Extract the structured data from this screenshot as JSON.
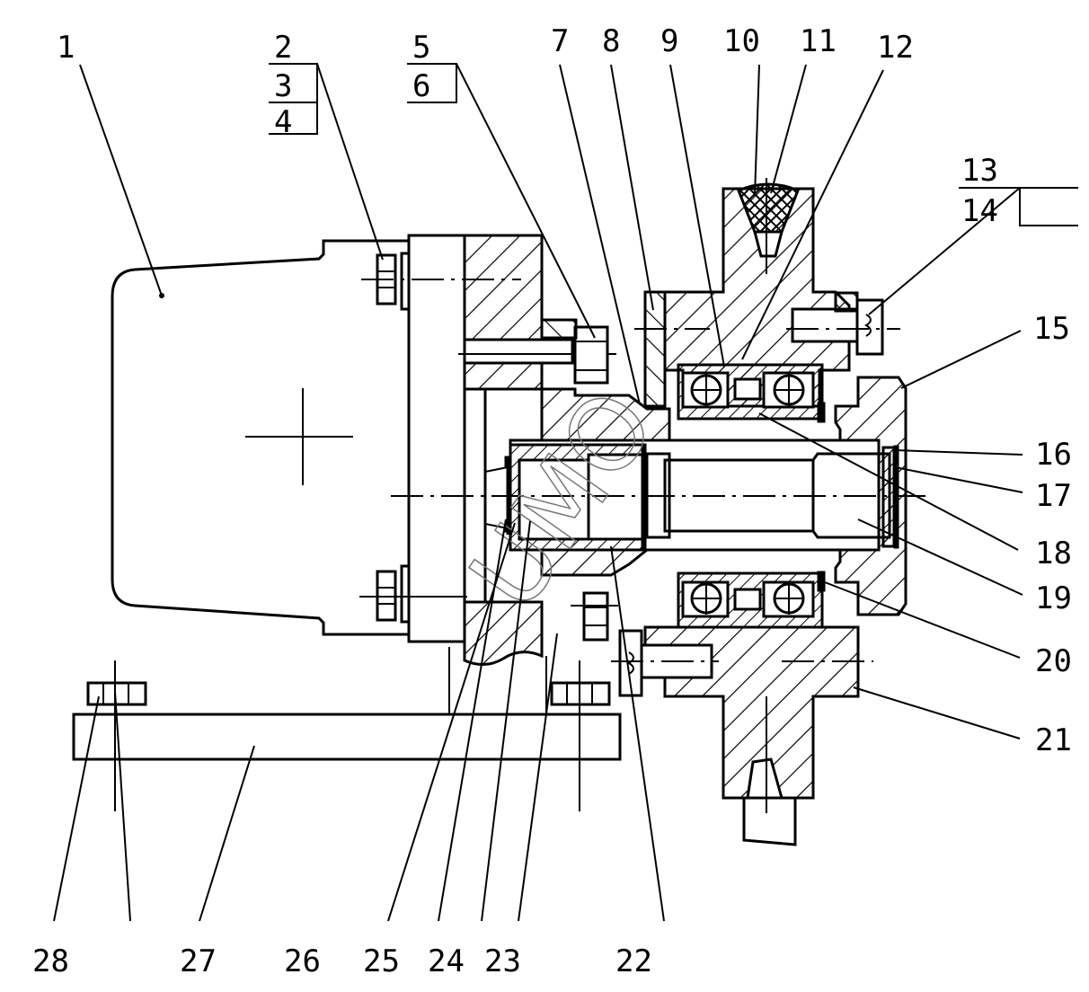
{
  "drawing": {
    "type": "assembly cross-section",
    "watermark": "UMO",
    "callouts_top": [
      {
        "id": "1",
        "label": "1"
      },
      {
        "id": "2-3-4",
        "labels": [
          "2",
          "3",
          "4"
        ]
      },
      {
        "id": "5-6",
        "labels": [
          "5",
          "6"
        ]
      },
      {
        "id": "7",
        "label": "7"
      },
      {
        "id": "8",
        "label": "8"
      },
      {
        "id": "9",
        "label": "9"
      },
      {
        "id": "10",
        "label": "10"
      },
      {
        "id": "11",
        "label": "11"
      },
      {
        "id": "12",
        "label": "12"
      },
      {
        "id": "13-14",
        "labels": [
          "13",
          "14"
        ]
      }
    ],
    "callouts_right": [
      "15",
      "16",
      "17",
      "18",
      "19",
      "20",
      "21"
    ],
    "callouts_bottom": [
      "28",
      "27",
      "26",
      "25",
      "24",
      "23",
      "22"
    ]
  }
}
